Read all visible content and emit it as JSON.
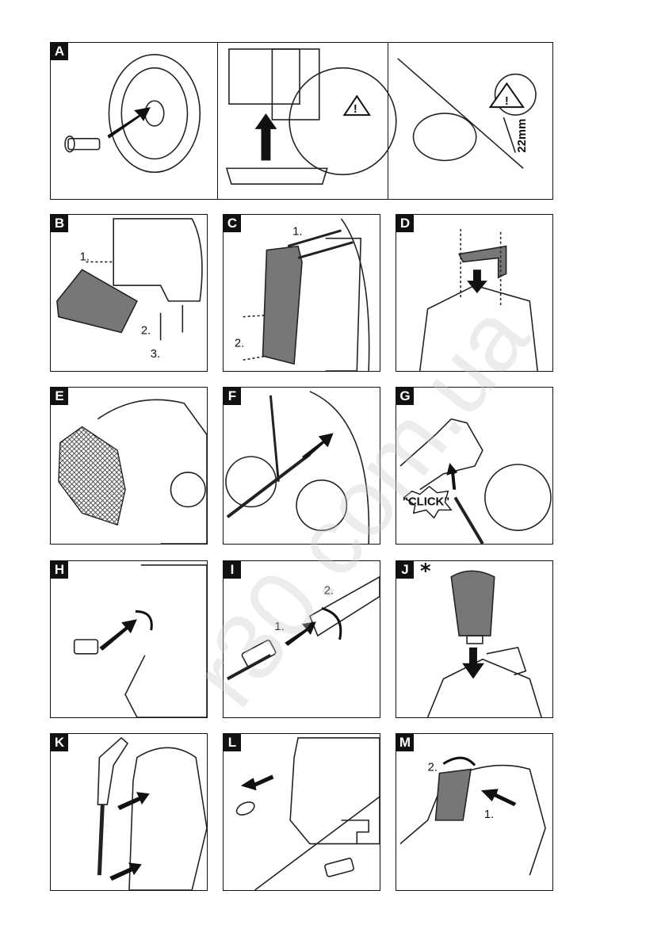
{
  "panels": {
    "A": {
      "letter": "A"
    },
    "B": {
      "letter": "B",
      "steps": [
        "1.",
        "2.",
        "3."
      ]
    },
    "C": {
      "letter": "C",
      "steps": [
        "1.",
        "2."
      ]
    },
    "D": {
      "letter": "D"
    },
    "E": {
      "letter": "E"
    },
    "F": {
      "letter": "F"
    },
    "G": {
      "letter": "G",
      "click_text": "\"CLICK\""
    },
    "H": {
      "letter": "H"
    },
    "I": {
      "letter": "I",
      "steps": [
        "1.",
        "2."
      ]
    },
    "J": {
      "letter": "J",
      "asterisk": "*"
    },
    "K": {
      "letter": "K"
    },
    "L": {
      "letter": "L"
    },
    "M": {
      "letter": "M",
      "steps": [
        "2.",
        "1."
      ]
    }
  },
  "a3_dimension": "22mm",
  "watermark": "r30.com.ua"
}
